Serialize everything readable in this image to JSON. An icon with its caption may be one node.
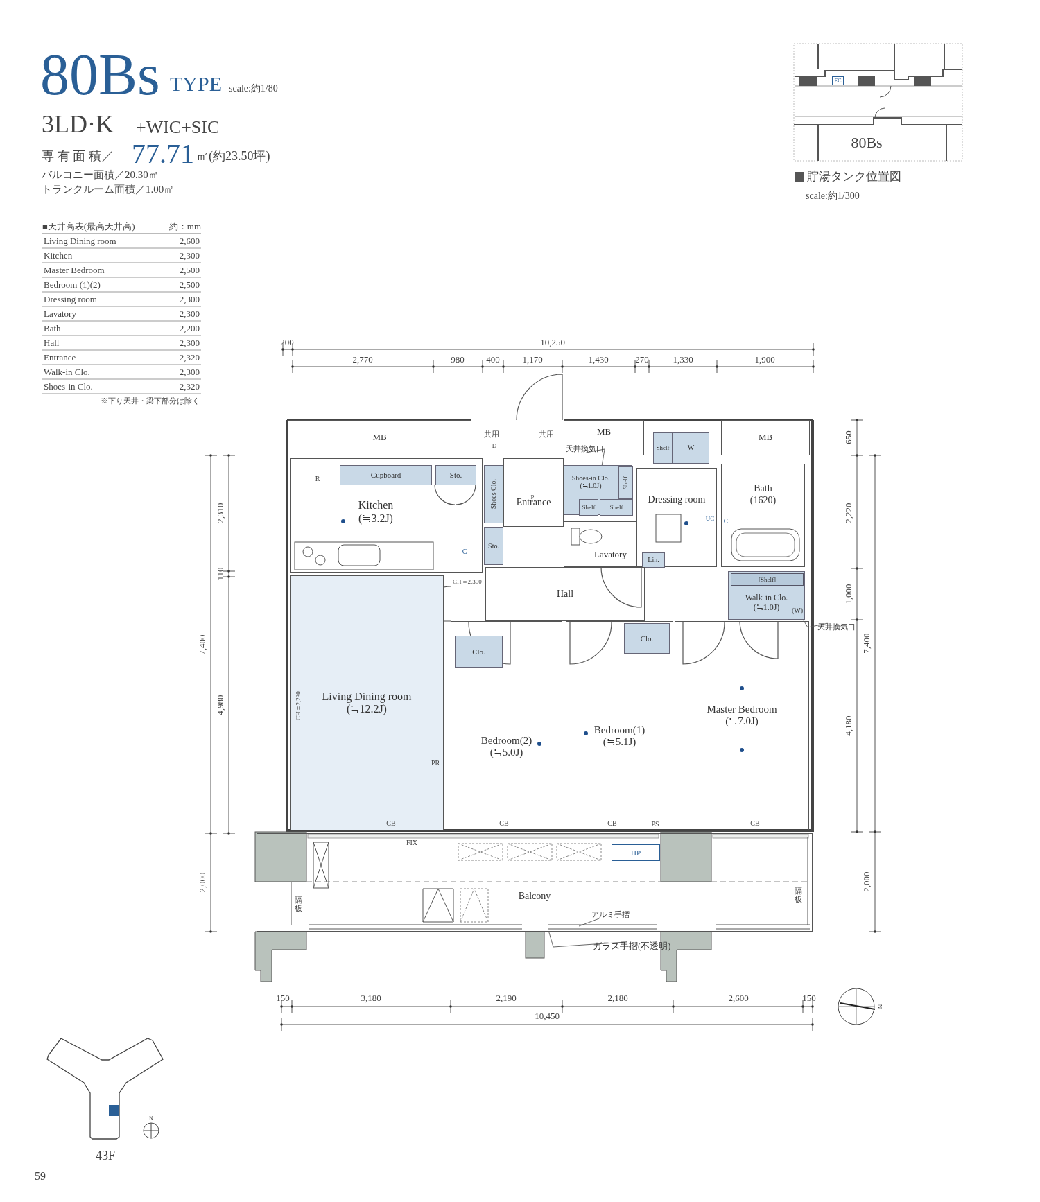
{
  "diagram": {
    "title": "80Bs",
    "nodes": [
      {
        "text": [
          "MB"
        ]
      },
      {
        "text": [
          "MB"
        ]
      },
      {
        "text": [
          "MB"
        ]
      },
      {
        "text": [
          "Shelf"
        ]
      },
      {
        "text": [
          "W"
        ]
      },
      {
        "text": [
          "Kitchen",
          "(≒3.2J)"
        ]
      },
      {
        "text": [
          "Cupboard"
        ],
        "in": 5
      },
      {
        "text": [
          "Sto."
        ],
        "in": 5
      },
      {
        "text": [
          "Shoes Clo."
        ]
      },
      {
        "text": [
          "Sto."
        ]
      },
      {
        "text": [
          "Entrance"
        ]
      },
      {
        "text": [
          "Shoes-in Clo.",
          "(≒1.0J)"
        ]
      },
      {
        "text": [
          "Shelf"
        ],
        "in": 11
      },
      {
        "text": [
          "Shelf"
        ],
        "in": 11
      },
      {
        "text": [
          "Shelf"
        ],
        "in": 11
      },
      {
        "text": [
          "Dressing room"
        ]
      },
      {
        "text": [
          "Bath",
          "(1620)"
        ]
      },
      {
        "text": [
          "Lavatory"
        ]
      },
      {
        "text": [
          "Lin."
        ],
        "in": 15
      },
      {
        "text": [
          "Hall"
        ]
      },
      {
        "text": [
          "Walk-in Clo.",
          "(≒1.0J)"
        ]
      },
      {
        "text": [
          "[Shelf]"
        ],
        "in": 20
      },
      {
        "text": [
          "Living Dining room",
          "(≒12.2J)"
        ]
      },
      {
        "text": [
          "Bedroom(2)",
          "(≒5.0J)"
        ]
      },
      {
        "text": [
          "Clo."
        ],
        "in": 23
      },
      {
        "text": [
          "Bedroom(1)",
          "(≒5.1J)"
        ]
      },
      {
        "text": [
          "Clo."
        ],
        "in": 25
      },
      {
        "text": [
          "Master Bedroom",
          "(≒7.0J)"
        ]
      },
      {
        "text": [
          "Balcony"
        ]
      },
      {
        "text": [
          "HP"
        ],
        "in": 28
      },
      {
        "text": [
          "天井換気口"
        ],
        "in": 1
      },
      {
        "text": [
          "天井換気口"
        ]
      },
      {
        "text": [
          "アルミ手摺"
        ],
        "in": 28
      },
      {
        "text": [
          "ガラス手摺(不透明)"
        ]
      },
      {
        "text": [
          "EC"
        ]
      },
      {
        "text": [
          "(W)"
        ],
        "in": 20
      }
    ],
    "edges": [
      {
        "from": 30,
        "to": 11,
        "arrow": "none"
      },
      {
        "from": 31,
        "to": 35,
        "arrow": "none"
      },
      {
        "from": 32,
        "to": null,
        "arrow": "none"
      },
      {
        "from": 33,
        "to": 28,
        "arrow": "none"
      }
    ],
    "labels": [
      "TYPE",
      "scale:約1/80",
      "3LD·K",
      "+WIC+SIC",
      "専 有 面 積／",
      "77.71",
      "㎡(約23.50坪)",
      "バルコニー面積／20.30㎡",
      "トランクルーム面積／1.00㎡",
      "80Bs",
      "scale:約1/300",
      "■天井高表(最高天井高)",
      "約：mm",
      "Living Dining room",
      "2,600",
      "Kitchen",
      "2,300",
      "Master Bedroom",
      "2,500",
      "Bedroom (1)(2)",
      "2,500",
      "Dressing room",
      "2,300",
      "Lavatory",
      "2,300",
      "Bath",
      "2,200",
      "Hall",
      "2,300",
      "Entrance",
      "2,320",
      "Walk-in Clo.",
      "2,300",
      "Shoes-in Clo.",
      "2,320",
      "※下り天井・梁下部分は除く",
      "200",
      "10,250",
      "2,770",
      "980",
      "400",
      "1,170",
      "1,430",
      "270",
      "1,330",
      "1,900",
      "2,310",
      "110",
      "7,400",
      "4,980",
      "2,000",
      "650",
      "2,220",
      "1,000",
      "7,400",
      "4,180",
      "2,000",
      "150",
      "3,180",
      "2,190",
      "2,180",
      "2,600",
      "150",
      "10,450",
      "共用",
      "共用",
      "D",
      "R",
      "P",
      "C",
      "CH＝2,300",
      "UC",
      "C",
      "CH＝2,230",
      "PR",
      "CB",
      "CB",
      "CB",
      "PS",
      "CB",
      "FIX",
      "隔板",
      "隔板",
      "N",
      "43F",
      "N",
      "59"
    ],
    "legend": [
      {
        "text": "貯湯タンク位置図",
        "color": "#555555"
      }
    ]
  }
}
